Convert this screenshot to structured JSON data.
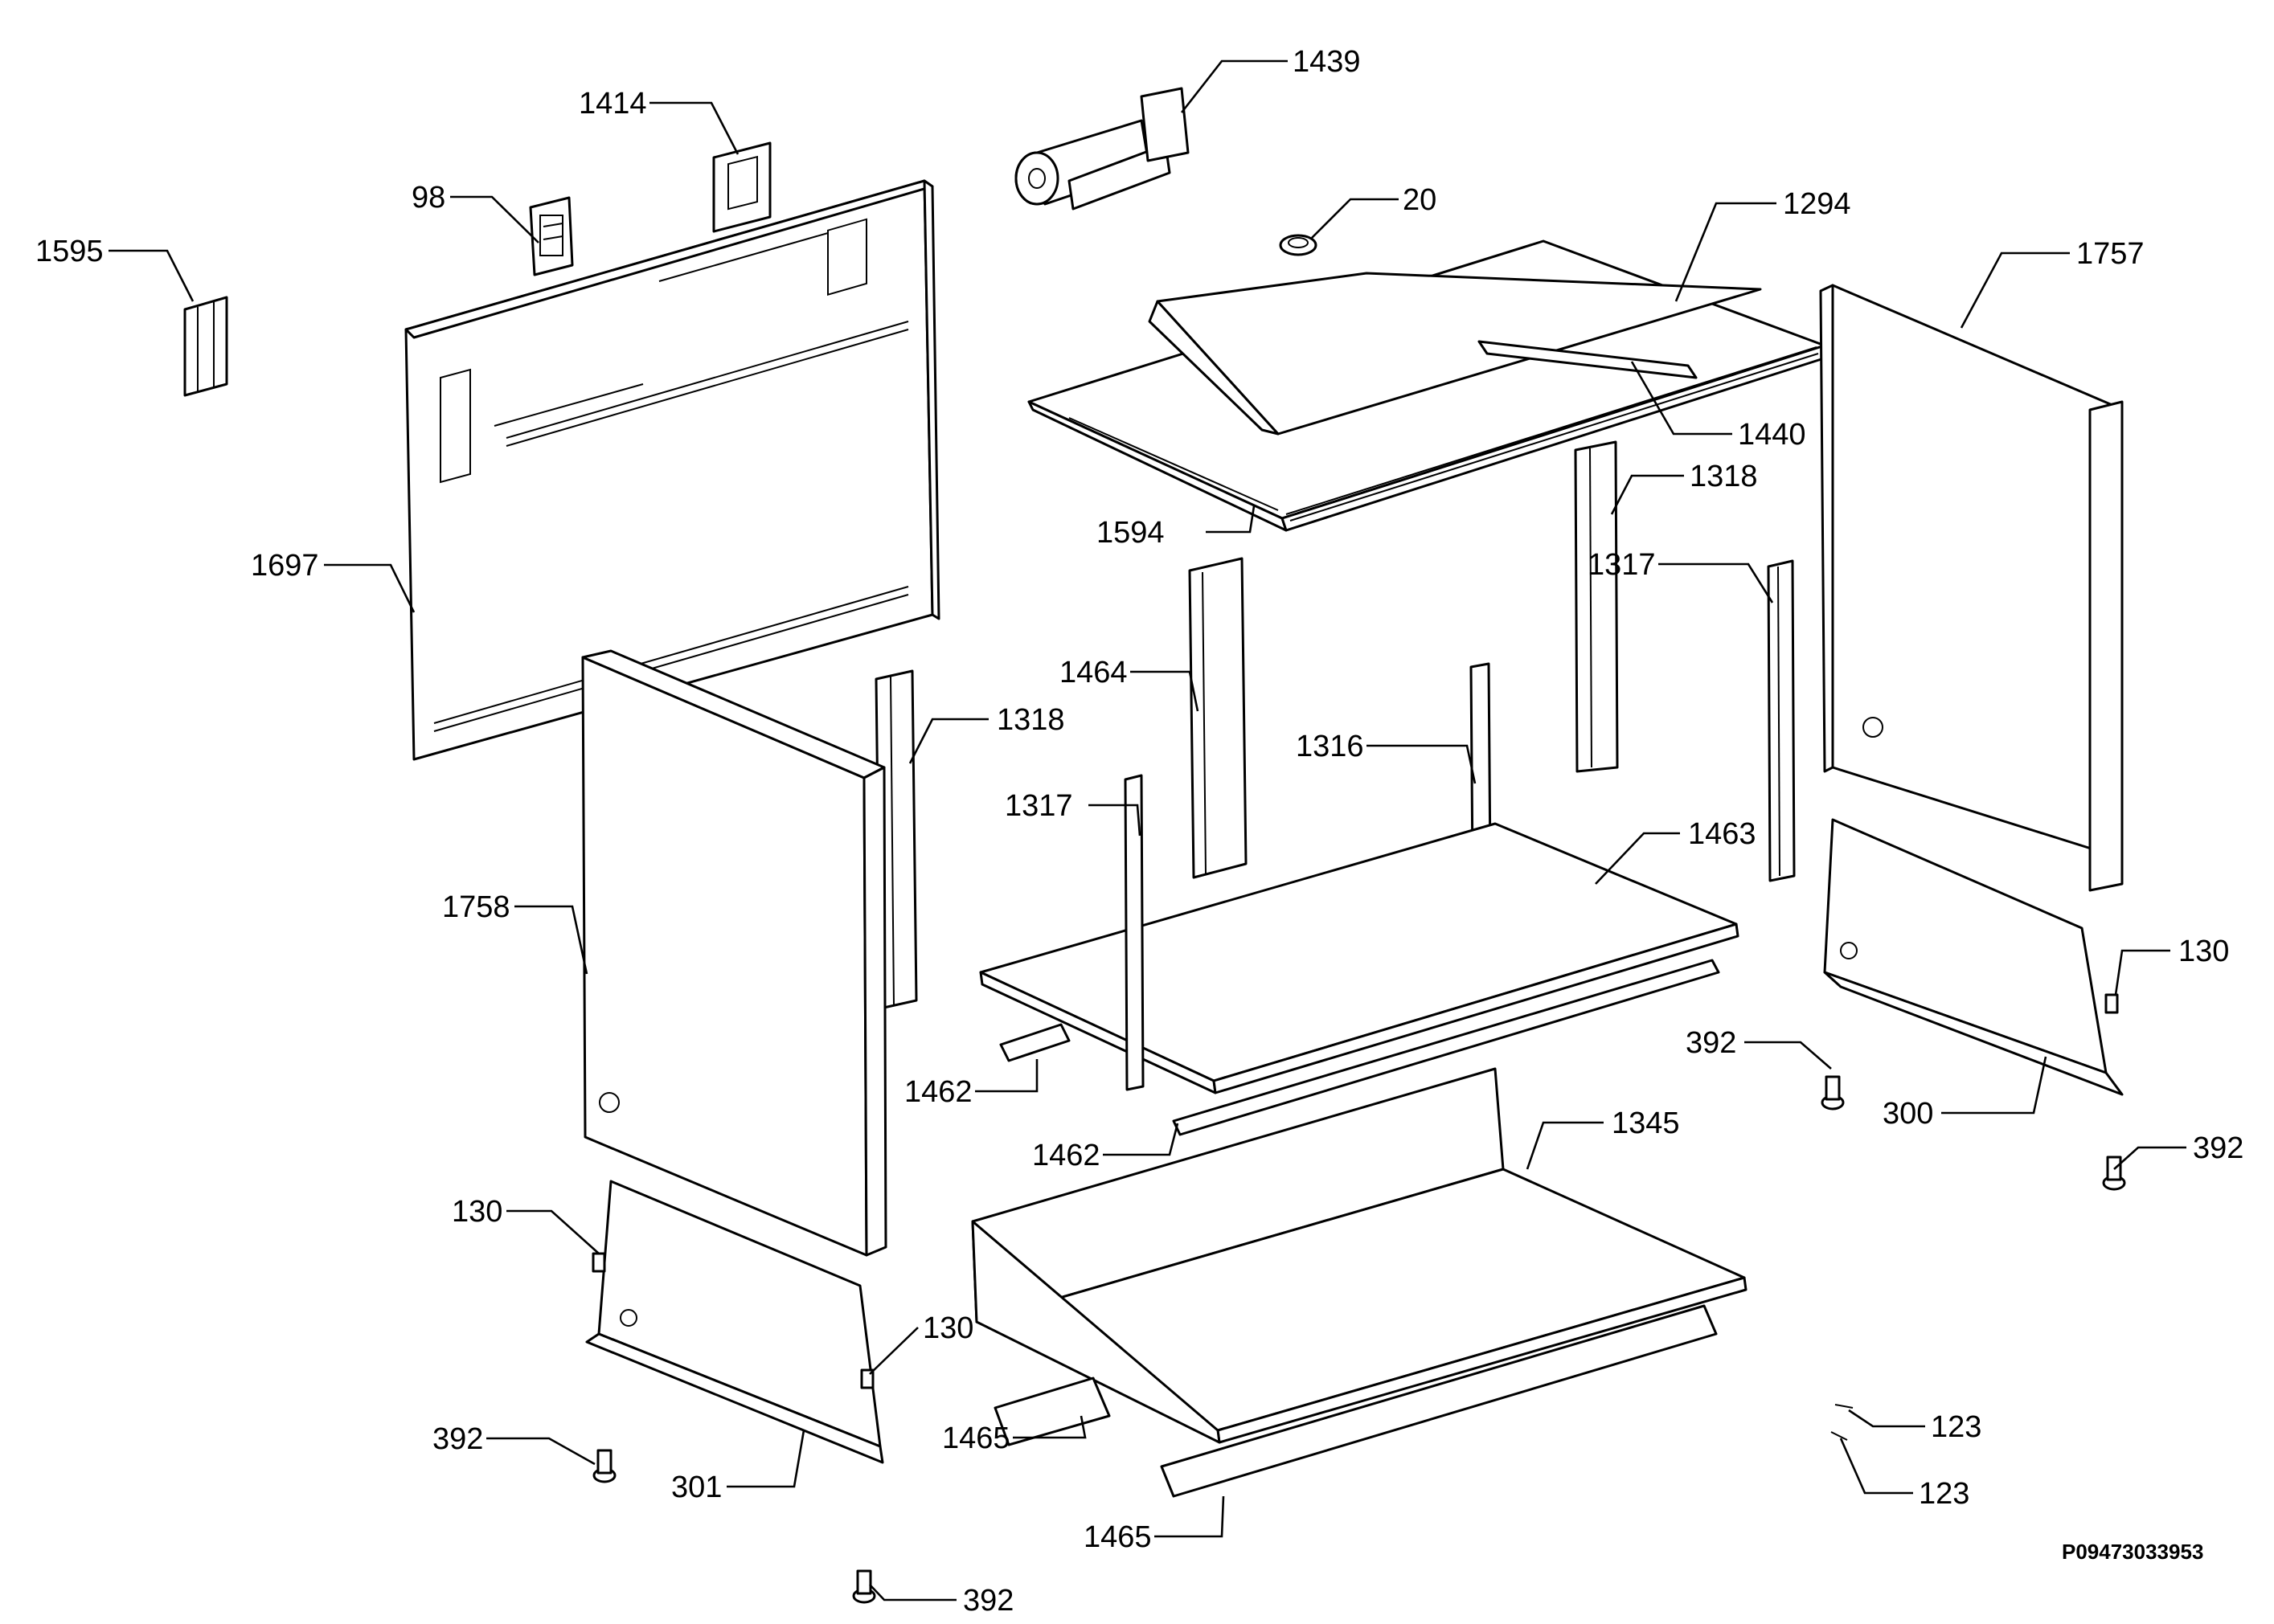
{
  "diagram": {
    "document_number": "P09473033953",
    "callouts": [
      {
        "id": "c1595a",
        "label": "1595"
      },
      {
        "id": "c98",
        "label": "98"
      },
      {
        "id": "c1414",
        "label": "1414"
      },
      {
        "id": "c1439",
        "label": "1439"
      },
      {
        "id": "c20",
        "label": "20"
      },
      {
        "id": "c1294",
        "label": "1294"
      },
      {
        "id": "c1757",
        "label": "1757"
      },
      {
        "id": "c1440",
        "label": "1440"
      },
      {
        "id": "c1318a",
        "label": "1318"
      },
      {
        "id": "c1594",
        "label": "1594"
      },
      {
        "id": "c1697",
        "label": "1697"
      },
      {
        "id": "c1317a",
        "label": "1317"
      },
      {
        "id": "c1464",
        "label": "1464"
      },
      {
        "id": "c1318b",
        "label": "1318"
      },
      {
        "id": "c1316",
        "label": "1316"
      },
      {
        "id": "c1317b",
        "label": "1317"
      },
      {
        "id": "c1463",
        "label": "1463"
      },
      {
        "id": "c1758",
        "label": "1758"
      },
      {
        "id": "c130a",
        "label": "130"
      },
      {
        "id": "c392a",
        "label": "392"
      },
      {
        "id": "c1462a",
        "label": "1462"
      },
      {
        "id": "c300",
        "label": "300"
      },
      {
        "id": "c1462b",
        "label": "1462"
      },
      {
        "id": "c1345",
        "label": "1345"
      },
      {
        "id": "c392b",
        "label": "392"
      },
      {
        "id": "c130b",
        "label": "130"
      },
      {
        "id": "c130c",
        "label": "130"
      },
      {
        "id": "c123a",
        "label": "123"
      },
      {
        "id": "c123b",
        "label": "123"
      },
      {
        "id": "c1465a",
        "label": "1465"
      },
      {
        "id": "c392c",
        "label": "392"
      },
      {
        "id": "c301",
        "label": "301"
      },
      {
        "id": "c1465b",
        "label": "1465"
      },
      {
        "id": "c392d",
        "label": "392"
      }
    ]
  }
}
